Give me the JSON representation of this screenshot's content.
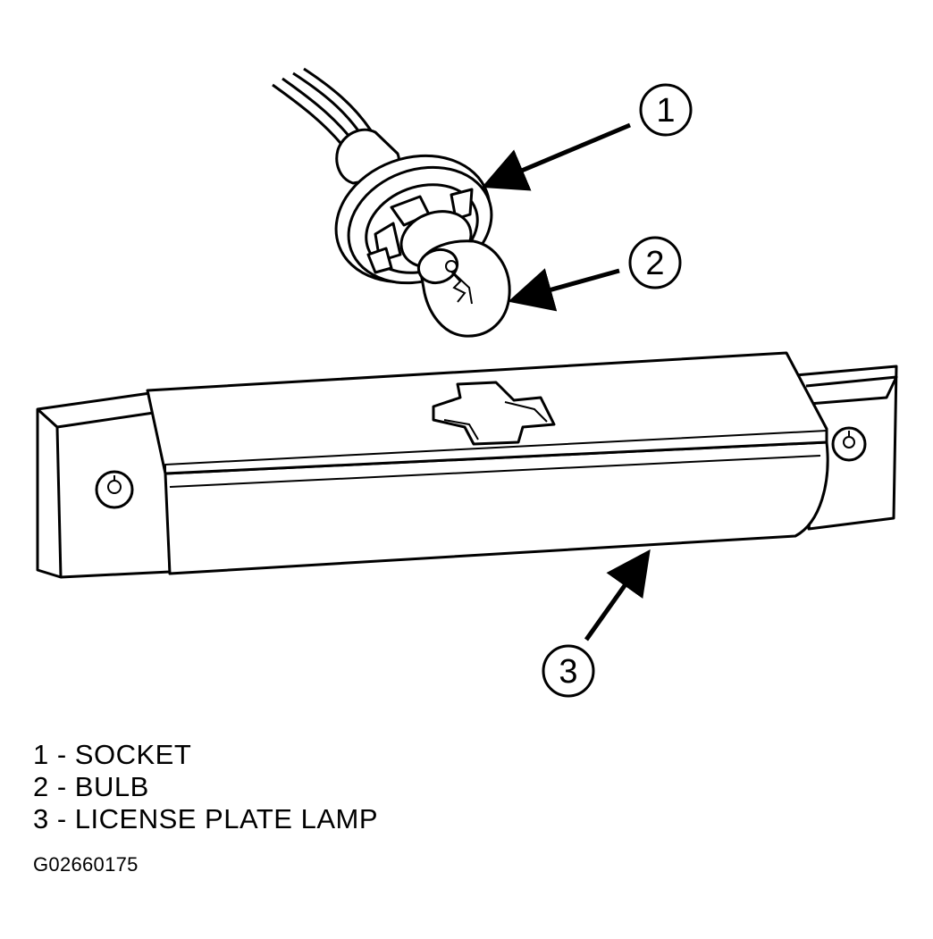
{
  "callouts": [
    {
      "number": "1"
    },
    {
      "number": "2"
    },
    {
      "number": "3"
    }
  ],
  "legend": [
    {
      "text": "1 - SOCKET"
    },
    {
      "text": "2 - BULB"
    },
    {
      "text": "3 - LICENSE PLATE LAMP"
    }
  ],
  "figure_code": "G02660175",
  "colors": {
    "line": "#000000",
    "fill": "#ffffff"
  }
}
